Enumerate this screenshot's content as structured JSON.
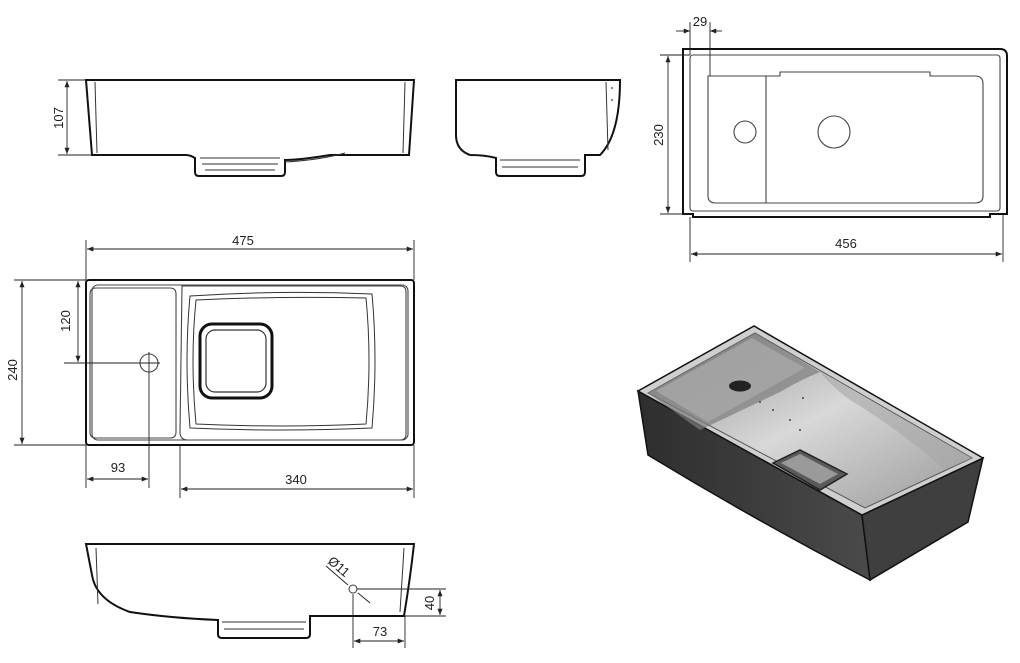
{
  "dimensions": {
    "side_height": "107",
    "top_depth": "230",
    "top_width": "456",
    "top_offset": "29",
    "plan_width": "475",
    "plan_depth": "240",
    "hole_from_back": "120",
    "hole_from_side": "93",
    "bowl_width": "340",
    "hole_diameter": "Ø11",
    "hole_height": "40",
    "hole_side_offset": "73"
  },
  "colors": {
    "line": "#111111",
    "render_dark": "#3a3a3a",
    "render_light": "#b8b8b8"
  }
}
